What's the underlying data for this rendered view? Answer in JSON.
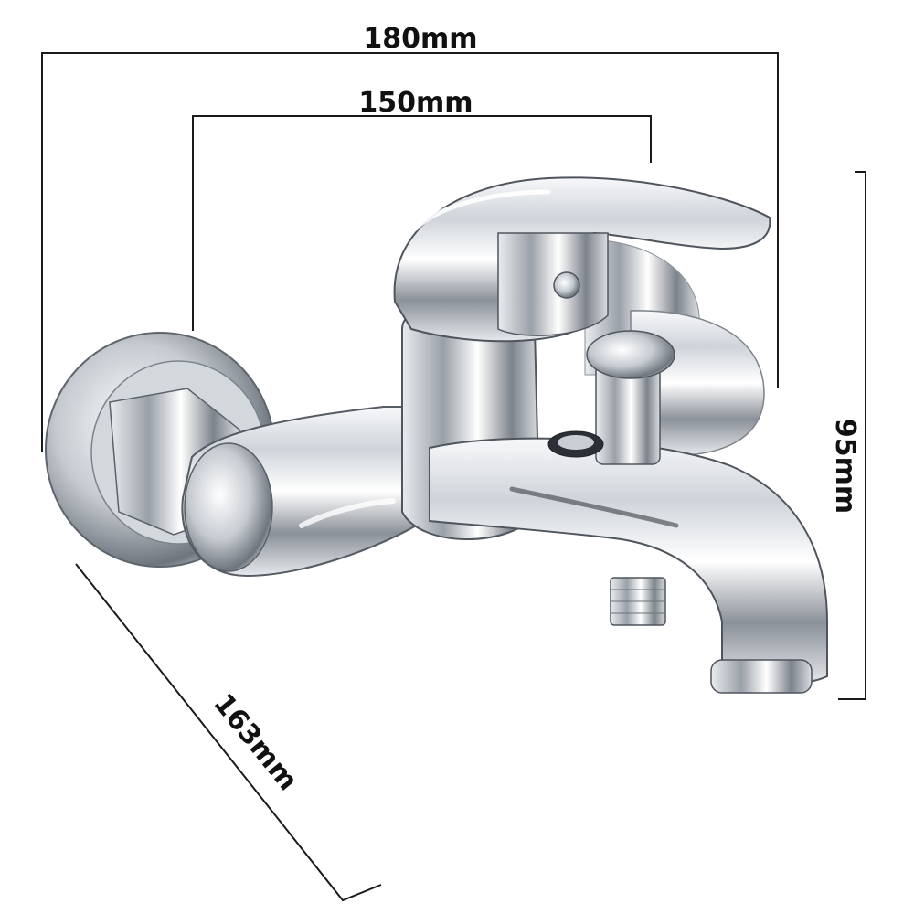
{
  "dimensions": {
    "overall_width": "180mm",
    "spout_width": "150mm",
    "height": "95mm",
    "depth": "163mm"
  },
  "colors": {
    "background": "#ffffff",
    "dimension_line": "#1a1a1a",
    "label": "#111111",
    "chrome_light": "#f4f6f8",
    "chrome_mid": "#b8bec6",
    "chrome_dark": "#3c4148"
  },
  "product": {
    "icon": "bath-mixer-faucet-illustration"
  }
}
